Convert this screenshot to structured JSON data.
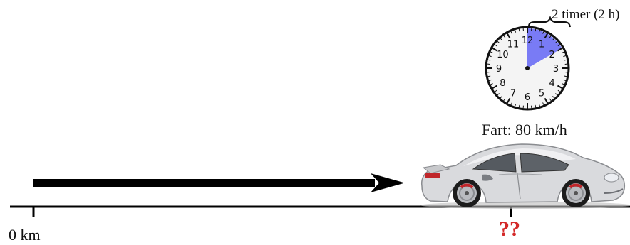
{
  "diagram": {
    "start_label": "0 km",
    "unknown_label": "??",
    "speed_label": "Fart: 80 km/h",
    "duration_label": "2 timer (2 h)",
    "clock": {
      "numbers": [
        "12",
        "1",
        "2",
        "3",
        "4",
        "5",
        "6",
        "7",
        "8",
        "9",
        "10",
        "11"
      ],
      "highlighted_hours": 2,
      "highlight_color": "#6b6ef5"
    },
    "colors": {
      "unknown": "#d42a2a",
      "arrow": "#000000",
      "car_body": "#d9dadd",
      "brake": "#c0262a"
    }
  }
}
